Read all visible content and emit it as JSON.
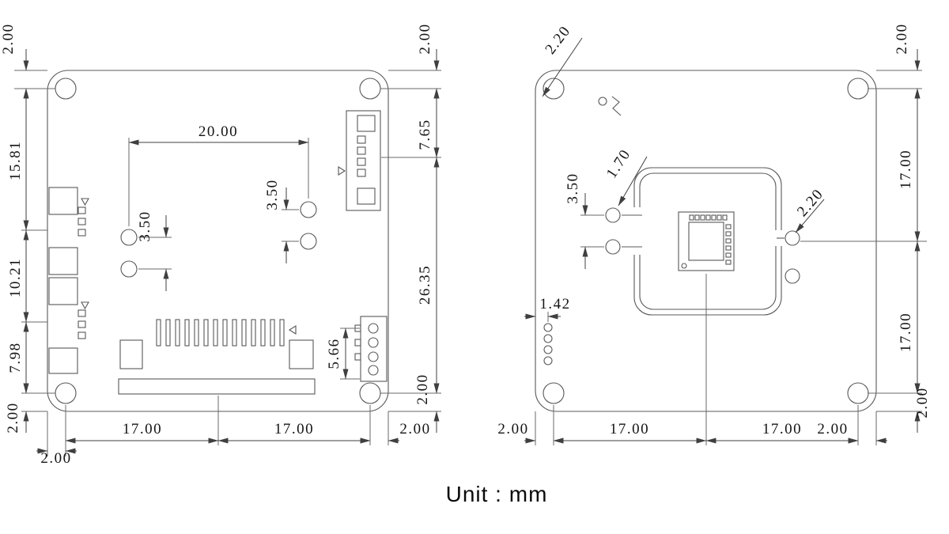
{
  "unit_label": "Unit : mm",
  "front_view": {
    "dims": {
      "top_left_edge_to_hole": "2.00",
      "top_right_edge_to_hole": "2.00",
      "mount_hole_span": "20.00",
      "left_pair_pitch": "3.50",
      "right_pair_pitch": "3.50",
      "left_upper": "15.81",
      "left_middle": "10.21",
      "left_lower": "7.98",
      "right_upper": "7.65",
      "right_middle": "26.35",
      "right_bottom_edge": "2.00",
      "connector_height": "5.66",
      "bottom_left_edge_v": "2.00",
      "bottom_span_left": "17.00",
      "bottom_span_right": "17.00",
      "bottom_right_edge": "2.00",
      "bottom_left_edge_h": "2.00"
    }
  },
  "back_view": {
    "dims": {
      "hole_dia_top_left": "2.20",
      "top_right_edge_to_hole": "2.00",
      "right_span_upper": "17.00",
      "right_span_lower": "17.00",
      "right_bottom_edge": "2.00",
      "pad_pair_pitch": "3.50",
      "pad_dia": "1.70",
      "pad_dia_mid": "2.20",
      "via_offset": "1.42",
      "bottom_left_edge": "2.00",
      "bottom_span_left": "17.00",
      "bottom_span_right": "17.00",
      "bottom_right_edge": "2.00"
    }
  }
}
